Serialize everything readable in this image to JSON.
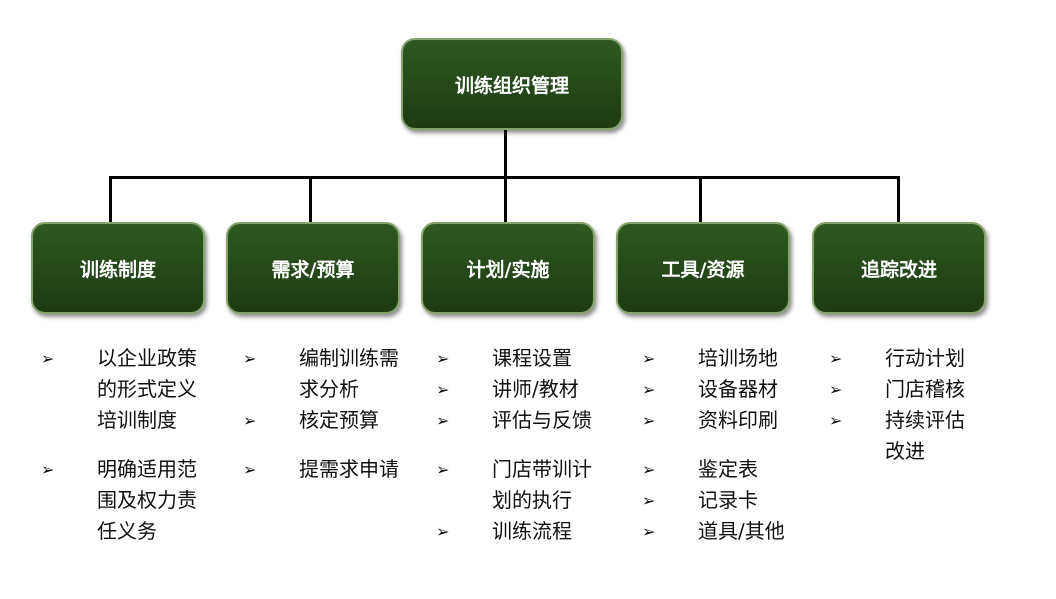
{
  "root": {
    "label": "训练组织管理"
  },
  "columns": [
    {
      "label": "训练制度",
      "groups": [
        [
          "以企业政策的形式定义培训制度"
        ],
        [
          "明确适用范围及权力责任义务"
        ]
      ]
    },
    {
      "label": "需求/预算",
      "groups": [
        [
          "编制训练需求分析",
          "核定预算"
        ],
        [
          "提需求申请"
        ]
      ]
    },
    {
      "label": "计划/实施",
      "groups": [
        [
          "课程设置",
          "讲师/教材",
          "评估与反馈"
        ],
        [
          "门店带训计划的执行",
          "训练流程"
        ]
      ]
    },
    {
      "label": "工具/资源",
      "groups": [
        [
          "培训场地",
          "设备器材",
          "资料印刷"
        ],
        [
          "鉴定表",
          "记录卡",
          "道具/其他"
        ]
      ]
    },
    {
      "label": "追踪改进",
      "groups": [
        [
          "行动计划",
          "门店稽核",
          "持续评估改进"
        ]
      ]
    }
  ],
  "bullet_glyph": "➢"
}
